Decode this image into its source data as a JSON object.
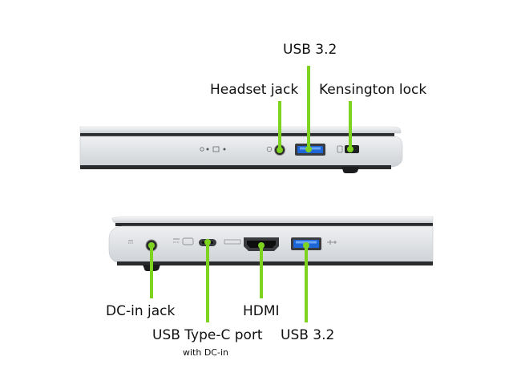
{
  "top_view": {
    "labels": {
      "usb_3_2": "USB 3.2",
      "headset_jack": "Headset jack",
      "kensington_lock": "Kensington lock"
    }
  },
  "bottom_view": {
    "labels": {
      "dc_in_jack": "DC-in jack",
      "hdmi": "HDMI",
      "usb_3_2": "USB 3.2",
      "usb_type_c_port": "USB Type-C port",
      "usb_type_c_sub": "with DC-in"
    }
  },
  "colors": {
    "callout": "#7ed321",
    "usb_blue": "#1e66d6",
    "chassis": "#e6e8ea",
    "chassis_dark": "#2a2b2d"
  }
}
